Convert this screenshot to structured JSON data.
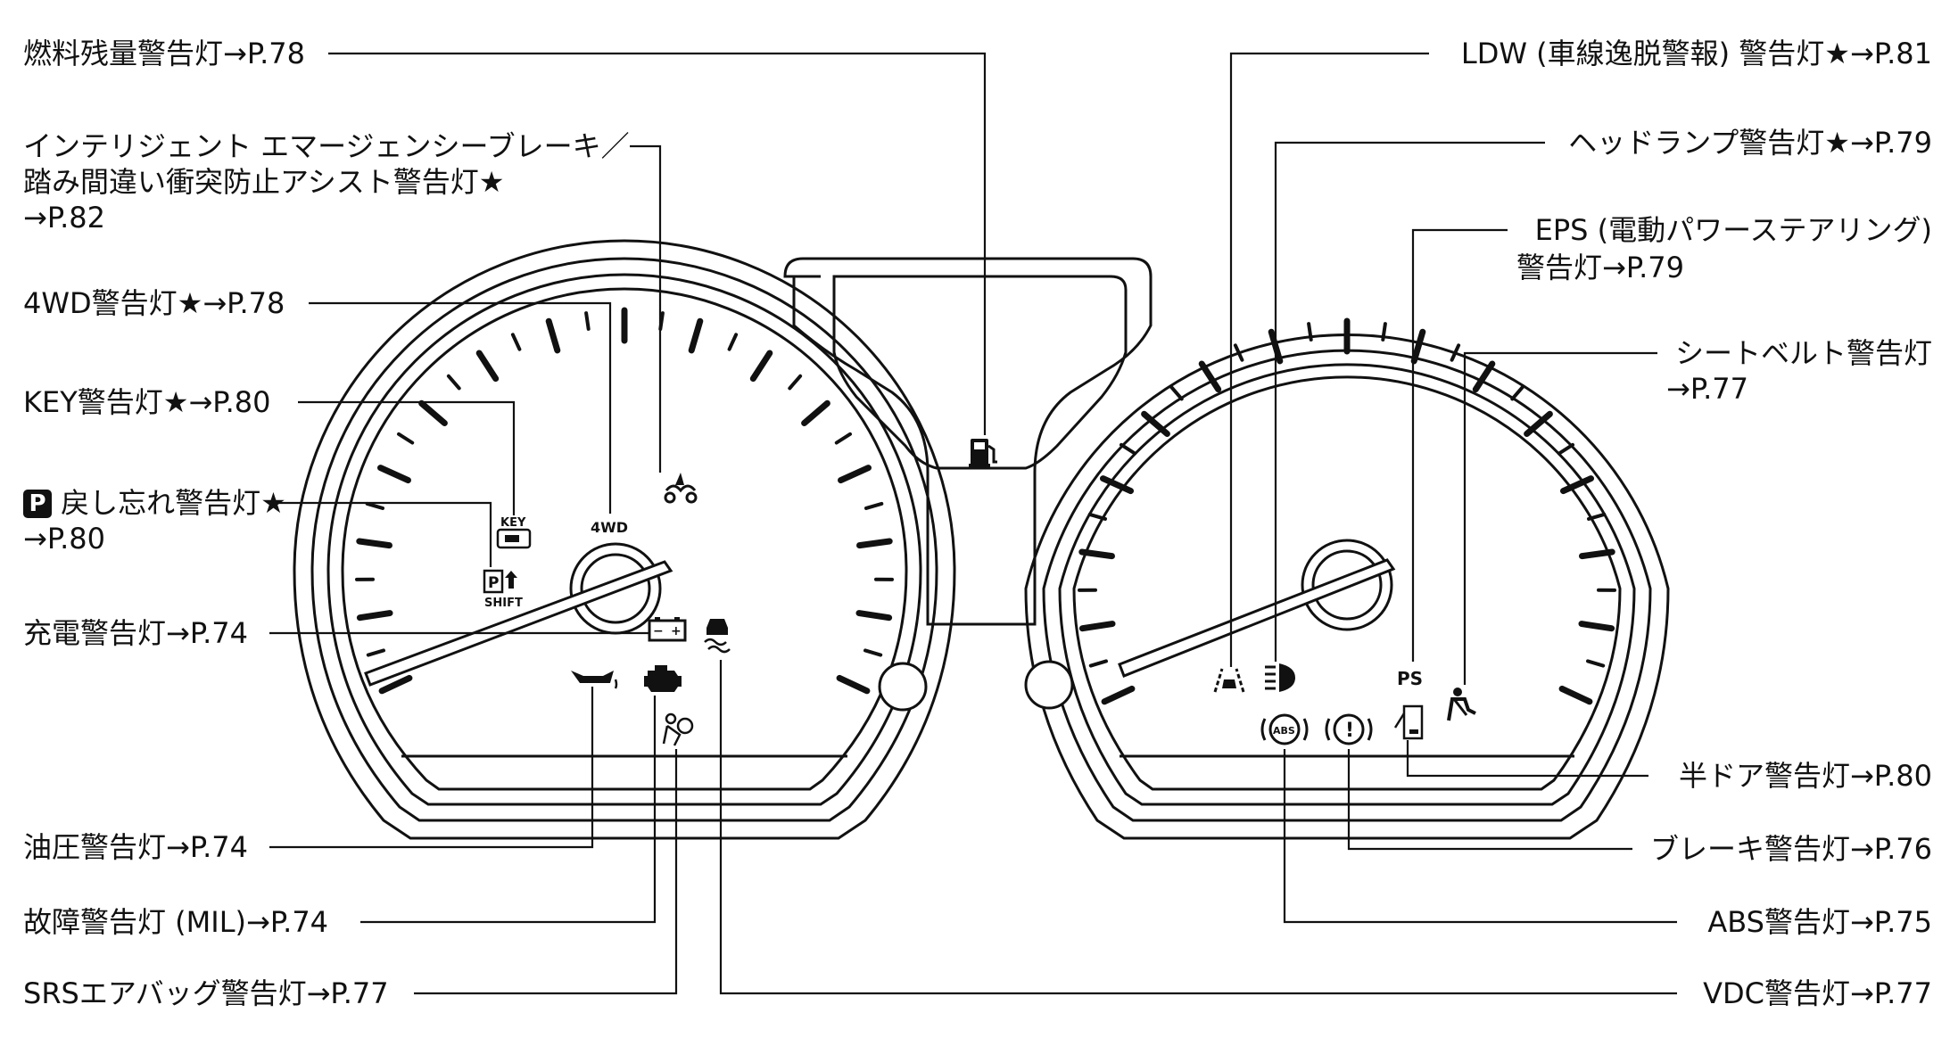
{
  "labels": {
    "fuel": "燃料残量警告灯→P.78",
    "iebrake_1": "インテリジェント エマージェンシーブレーキ／",
    "iebrake_2": "踏み間違い衝突防止アシスト警告灯★",
    "iebrake_3": "→P.82",
    "fourwd": "4WD警告灯★→P.78",
    "key": "KEY警告灯★→P.80",
    "p_badge": "P",
    "p_return_1": "戻し忘れ警告灯★",
    "p_return_2": "→P.80",
    "charge": "充電警告灯→P.74",
    "oil": "油圧警告灯→P.74",
    "mil": "故障警告灯 (MIL)→P.74",
    "srs": "SRSエアバッグ警告灯→P.77",
    "ldw": "LDW (車線逸脱警報) 警告灯★→P.81",
    "headlamp": "ヘッドランプ警告灯★→P.79",
    "eps_1": "EPS (電動パワーステアリング)",
    "eps_2": "警告灯→P.79",
    "seatbelt_1": "シートベルト警告灯",
    "seatbelt_2": "→P.77",
    "door": "半ドア警告灯→P.80",
    "brake": "ブレーキ警告灯→P.76",
    "abs": "ABS警告灯→P.75",
    "vdc": "VDC警告灯→P.77"
  },
  "icons": {
    "key_text": "KEY",
    "fourwd_text": "4WD",
    "shift_text": "SHIFT",
    "p_text": "P",
    "ps_text": "PS",
    "abs_text": "ABS",
    "brake_text": "!",
    "battery_plus": "+",
    "battery_minus": "−"
  }
}
